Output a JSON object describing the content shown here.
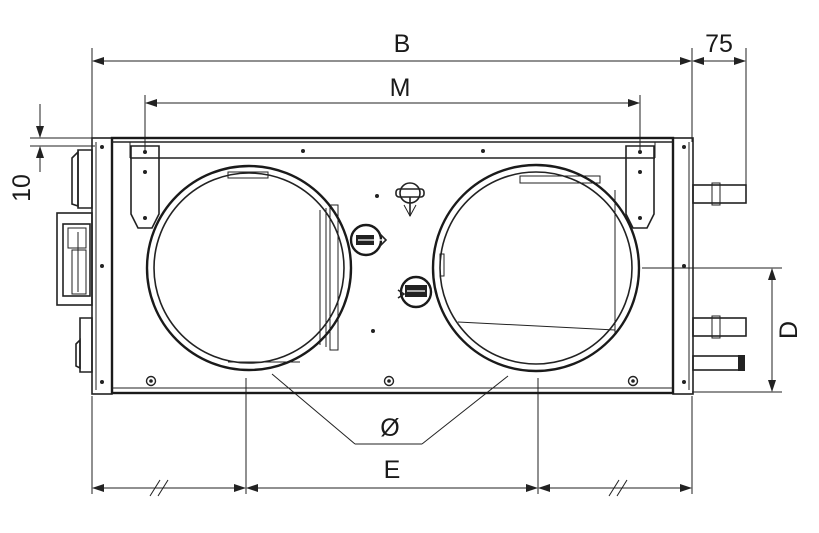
{
  "dimensions": {
    "width_label": "B",
    "mount_label": "M",
    "offset_label": "75",
    "gap_label": "10",
    "height_label": "D",
    "diameter_label": "Ø",
    "spacing_label": "E"
  },
  "colors": {
    "line": "#222222",
    "background": "#ffffff"
  }
}
